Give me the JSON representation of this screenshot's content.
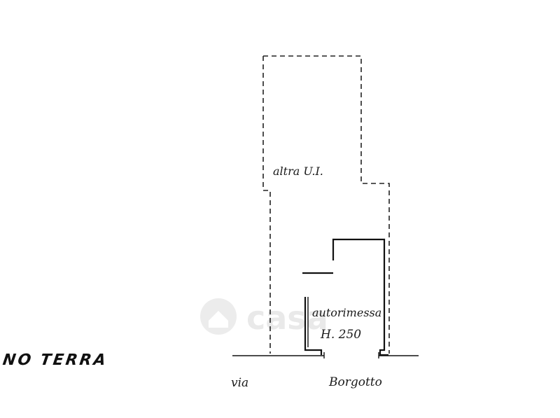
{
  "plan": {
    "title": "PIANO TERRA",
    "neighbor_unit_label": "altra U.I.",
    "room_name": "autorimessa",
    "room_height": "H. 250",
    "street_word_1": "via",
    "street_word_2": "Borgotto"
  },
  "watermark": {
    "text": "casa",
    "color": "#e6e6e6"
  },
  "colors": {
    "line": "#111111",
    "background": "#ffffff"
  }
}
